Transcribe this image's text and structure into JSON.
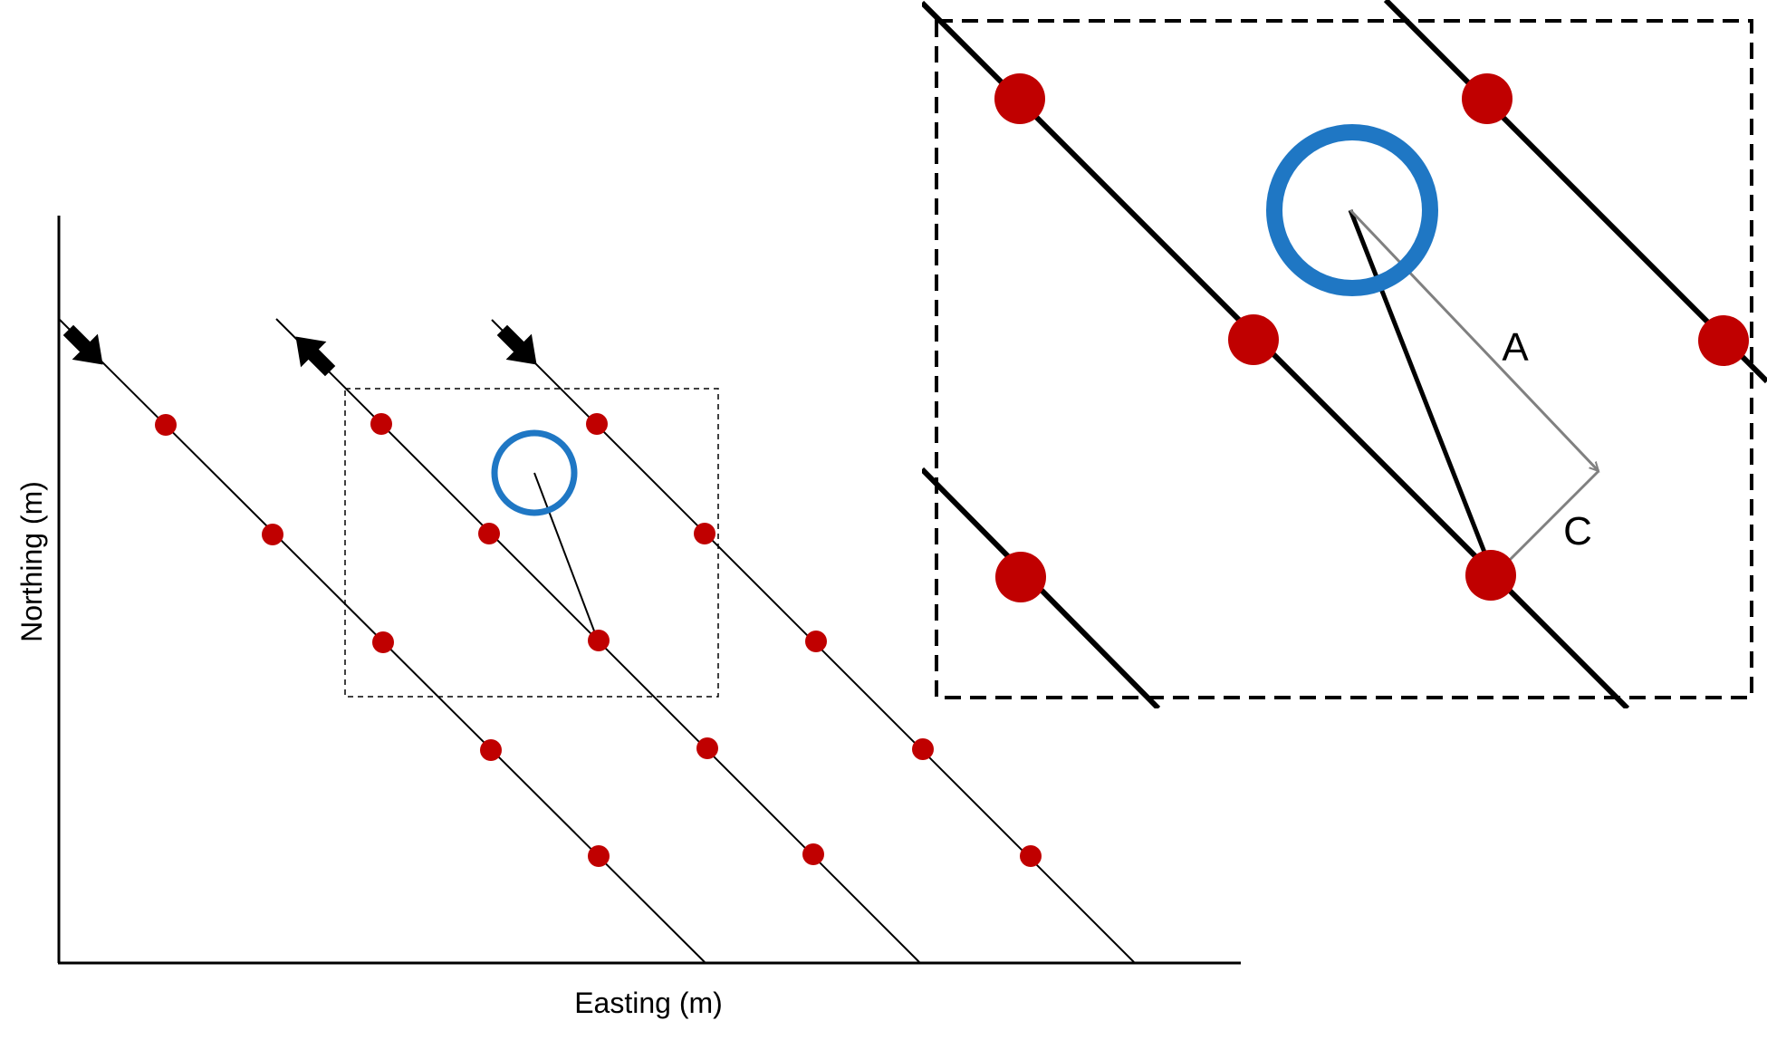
{
  "labels": {
    "x_axis": "Easting (m)",
    "y_axis": "Northing (m)",
    "vector_a": "A",
    "vector_c": "C"
  },
  "colors": {
    "line": "#000000",
    "station": "#c00000",
    "circle": "#1f77c4",
    "vector": "#808080",
    "background": "#ffffff"
  },
  "icons": {
    "direction_arrows": [
      "arrow-down-right-icon",
      "arrow-up-left-icon",
      "arrow-down-right-icon"
    ]
  }
}
